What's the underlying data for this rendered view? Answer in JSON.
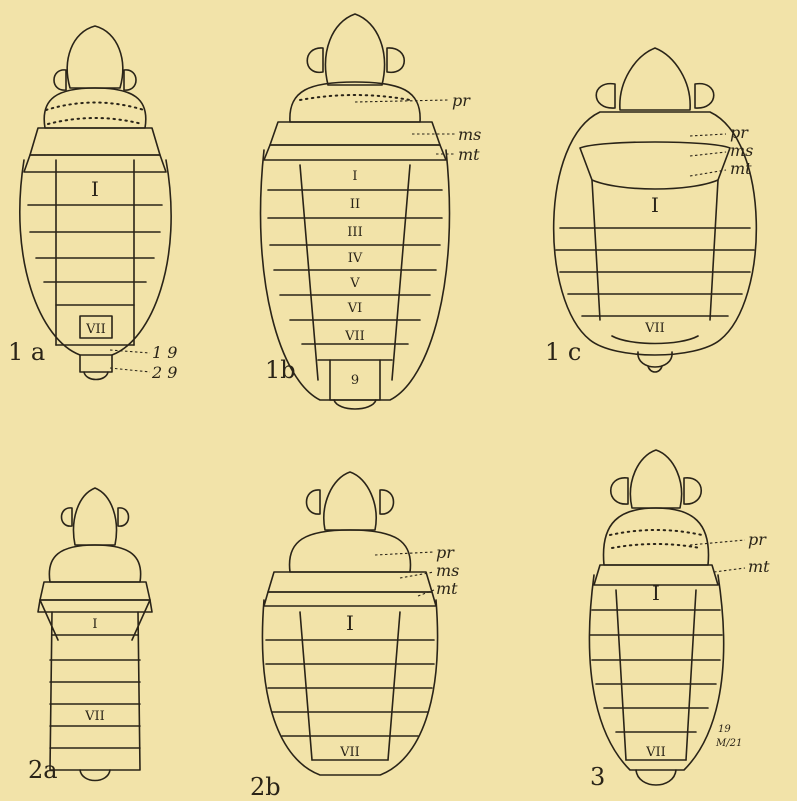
{
  "figures": [
    {
      "id": "1a",
      "label": "1 a"
    },
    {
      "id": "1b",
      "label": "1b"
    },
    {
      "id": "1c",
      "label": "1 c"
    },
    {
      "id": "2a",
      "label": "2a"
    },
    {
      "id": "2b",
      "label": "2b"
    },
    {
      "id": "3",
      "label": "3"
    }
  ],
  "segments": {
    "I": "I",
    "II": "II",
    "III": "III",
    "IV": "IV",
    "V": "V",
    "VI": "VI",
    "VII": "VII",
    "nine": "9"
  },
  "parts": {
    "pr": "pr",
    "ms": "ms",
    "mt": "mt",
    "first_gonapophysis": "1 9",
    "second_gonapophysis": "2 9"
  },
  "signature": {
    "line1": "19",
    "line2": "M/21"
  }
}
